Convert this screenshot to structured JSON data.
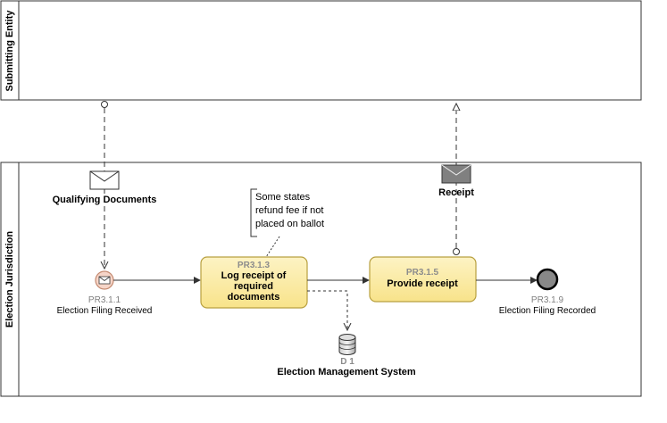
{
  "lanes": {
    "top": "Submitting Entity",
    "bottom": "Election Jurisdiction"
  },
  "messages": {
    "qualifying": "Qualifying Documents",
    "receipt": "Receipt"
  },
  "start_event": {
    "id": "PR3.1.1",
    "label": "Election Filing Received"
  },
  "task1": {
    "id": "PR3.1.3",
    "lines": [
      "Log receipt of",
      "required",
      "documents"
    ]
  },
  "task2": {
    "id": "PR3.1.5",
    "label": "Provide receipt"
  },
  "end_event": {
    "id": "PR3.1.9",
    "label": "Election Filing Recorded"
  },
  "annotation": {
    "lines": [
      "Some states",
      "refund fee if not",
      "placed on ballot"
    ]
  },
  "datastore": {
    "id": "D 1",
    "label": "Election Management System"
  },
  "colors": {
    "task_fill": "#fcedaa",
    "task_stroke": "#b8a040",
    "start_fill": "#f6d5c8",
    "start_stroke": "#c48a70",
    "end_fill": "#888888",
    "receipt_envelope": "#808080"
  }
}
